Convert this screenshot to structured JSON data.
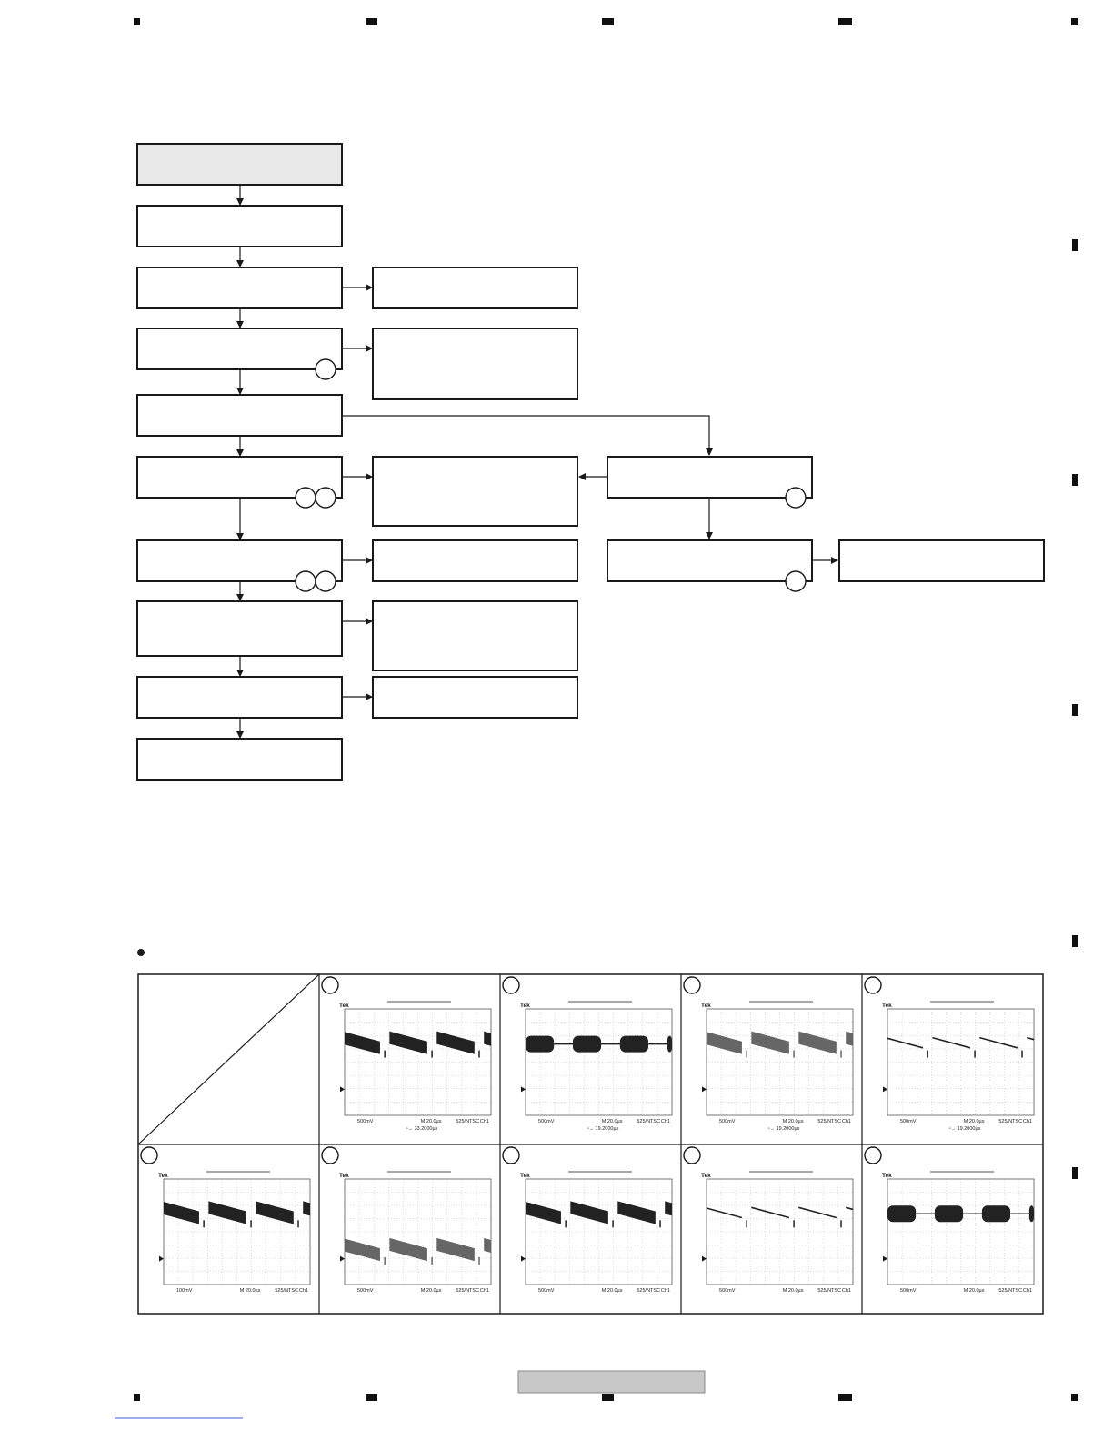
{
  "colors": {
    "ink": "#1a1a1a",
    "title_box_fill": "#e8e8e8",
    "footer_tab_fill": "#c8c8c8",
    "scope_grid": "#bdbdbd",
    "footer_link": "#3b5bdb"
  },
  "flowchart": {
    "main_steps": [
      {
        "id": "step-1",
        "label": "",
        "marker_count": 0,
        "highlighted": true
      },
      {
        "id": "step-2",
        "label": "",
        "marker_count": 0
      },
      {
        "id": "step-3",
        "label": "",
        "marker_count": 0
      },
      {
        "id": "step-4",
        "label": "",
        "marker_count": 1
      },
      {
        "id": "step-5",
        "label": "",
        "marker_count": 0
      },
      {
        "id": "step-6",
        "label": "",
        "marker_count": 2
      },
      {
        "id": "step-7",
        "label": "",
        "marker_count": 2
      },
      {
        "id": "step-8",
        "label": "",
        "marker_count": 0
      },
      {
        "id": "step-9",
        "label": "",
        "marker_count": 0
      },
      {
        "id": "step-10",
        "label": "",
        "marker_count": 0
      }
    ],
    "result_boxes": [
      {
        "id": "result-step-3",
        "label": ""
      },
      {
        "id": "result-step-4",
        "label": ""
      },
      {
        "id": "result-step-6",
        "label": ""
      },
      {
        "id": "result-step-7",
        "label": ""
      },
      {
        "id": "result-step-8",
        "label": ""
      },
      {
        "id": "result-step-9",
        "label": ""
      }
    ],
    "branch_boxes": [
      {
        "id": "branch-1",
        "label": "",
        "marker_count": 1
      },
      {
        "id": "branch-2",
        "label": "",
        "marker_count": 1
      },
      {
        "id": "branch-3",
        "label": "",
        "marker_count": 0
      }
    ]
  },
  "waveforms": {
    "bullet_heading": "",
    "scopes": [
      {
        "id": "scope-1",
        "shape": "ramp-burst",
        "tone": "dark",
        "volts": "500mV",
        "time": "M 20.0µs",
        "std": "525/NTSC",
        "channel": "Ch1",
        "avg": "",
        "delta": "▫→ 33.2000µs"
      },
      {
        "id": "scope-2",
        "shape": "burst",
        "tone": "dark",
        "volts": "500mV",
        "time": "M 20.0µs",
        "std": "525/NTSC",
        "channel": "Ch1",
        "avg": "",
        "delta": "▫→ 19.2000µs"
      },
      {
        "id": "scope-3",
        "shape": "ramp-burst",
        "tone": "gray",
        "volts": "500mV",
        "time": "M 20.0µs",
        "std": "525/NTSC",
        "channel": "Ch1",
        "avg": "",
        "delta": "▫→ 19.2000µs"
      },
      {
        "id": "scope-4",
        "shape": "ramp",
        "tone": "dark",
        "volts": "500mV",
        "time": "M 20.0µs",
        "std": "525/NTSC",
        "channel": "Ch1",
        "avg": "",
        "delta": "▫→ 19.2000µs"
      },
      {
        "id": "scope-5",
        "shape": "ramp-burst",
        "tone": "dark",
        "volts": "100mV",
        "time": "M 20.0µs",
        "std": "525/NTSC",
        "channel": "Ch1",
        "avg": "",
        "delta": ""
      },
      {
        "id": "scope-6",
        "shape": "ramp-burst",
        "tone": "gray",
        "volts": "500mV",
        "time": "M 20.0µs",
        "std": "525/NTSC",
        "channel": "Ch1",
        "avg": "",
        "delta": ""
      },
      {
        "id": "scope-7",
        "shape": "ramp-burst",
        "tone": "dark",
        "volts": "500mV",
        "time": "M 20.0µs",
        "std": "525/NTSC",
        "channel": "Ch1",
        "avg": "",
        "delta": ""
      },
      {
        "id": "scope-8",
        "shape": "ramp",
        "tone": "dark",
        "volts": "500mV",
        "time": "M 20.0µs",
        "std": "525/NTSC",
        "channel": "Ch1",
        "avg": "",
        "delta": ""
      },
      {
        "id": "scope-9",
        "shape": "burst",
        "tone": "dark",
        "volts": "500mV",
        "time": "M 20.0µs",
        "std": "525/NTSC",
        "channel": "Ch1",
        "avg": "",
        "delta": ""
      }
    ],
    "scope_header_left": "Tek",
    "scope_header_right": ""
  },
  "footer": {
    "page_tab_label": "",
    "link_text": ""
  }
}
